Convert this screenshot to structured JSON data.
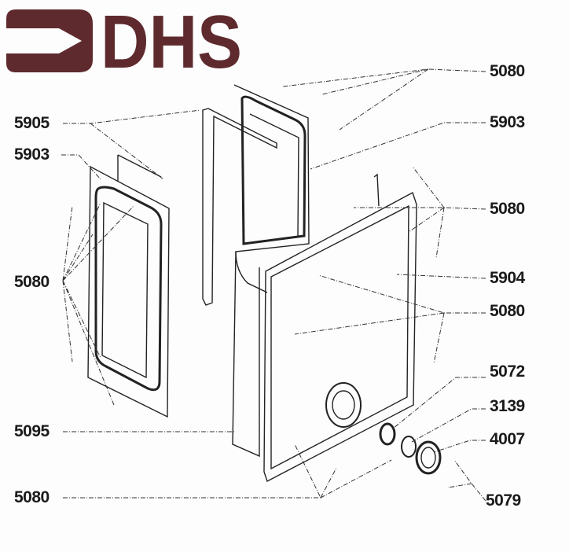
{
  "logo": {
    "text": "DHS",
    "color": "#5e2a2e"
  },
  "labels": {
    "left": [
      "5905",
      "5903",
      "5080",
      "5095",
      "5080"
    ],
    "right": [
      "5080",
      "5903",
      "5080",
      "5904",
      "5080",
      "5072",
      "3139",
      "4007",
      "5079"
    ]
  }
}
